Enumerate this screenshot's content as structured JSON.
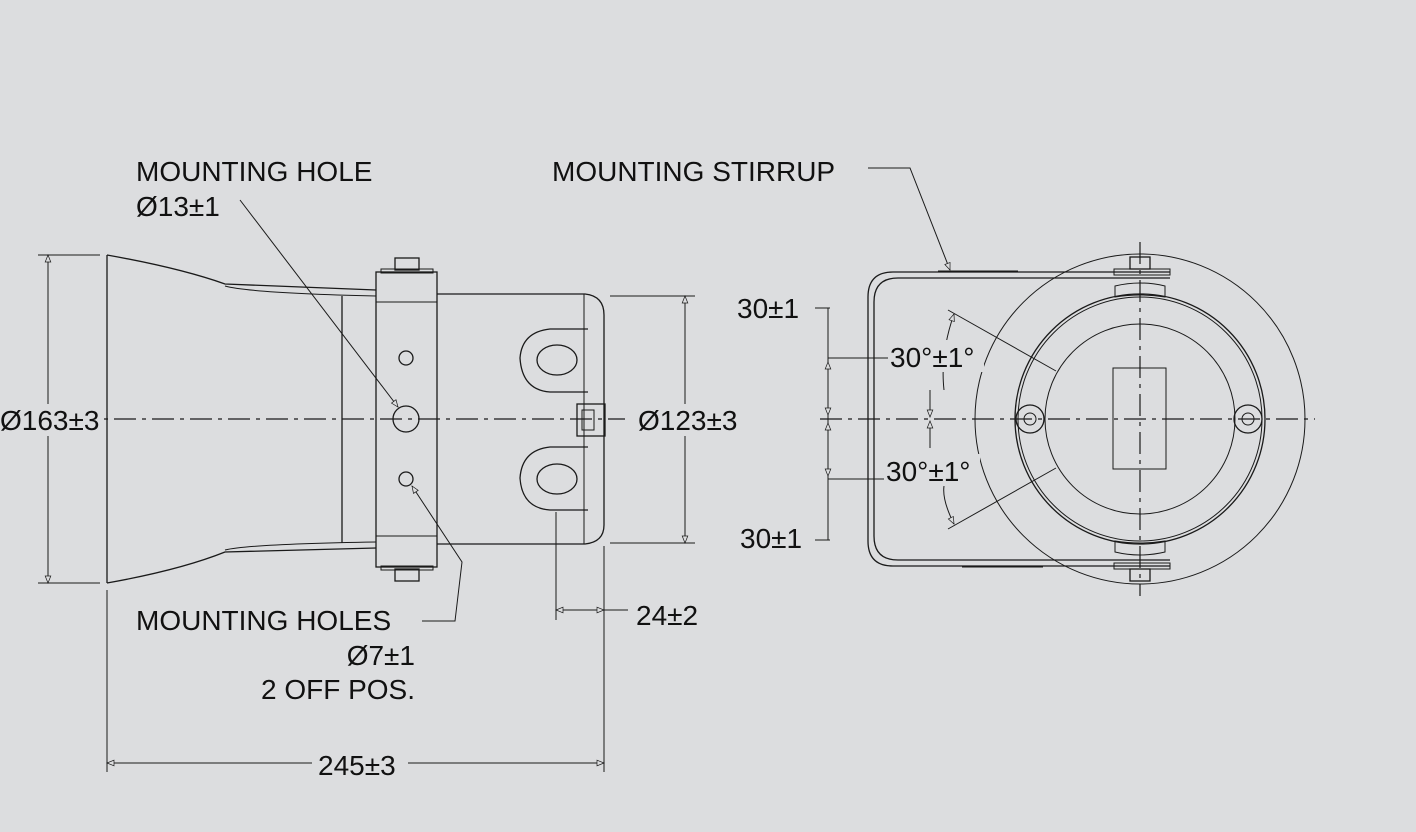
{
  "side_view": {
    "mounting_hole_label": "MOUNTING HOLE",
    "mounting_hole_dia": "Ø13±1",
    "mounting_holes_label": "MOUNTING HOLES",
    "mounting_holes_dia": "Ø7±1",
    "mounting_holes_count": "2 OFF POS.",
    "horn_dia": "Ø163±3",
    "body_dia": "Ø123±3",
    "lug_offset": "24±2",
    "overall_length": "245±3"
  },
  "end_view": {
    "stirrup_label": "MOUNTING STIRRUP",
    "offset_top": "30±1",
    "offset_bottom": "30±1",
    "angle_top": "30°±1°",
    "angle_bottom": "30°±1°"
  }
}
